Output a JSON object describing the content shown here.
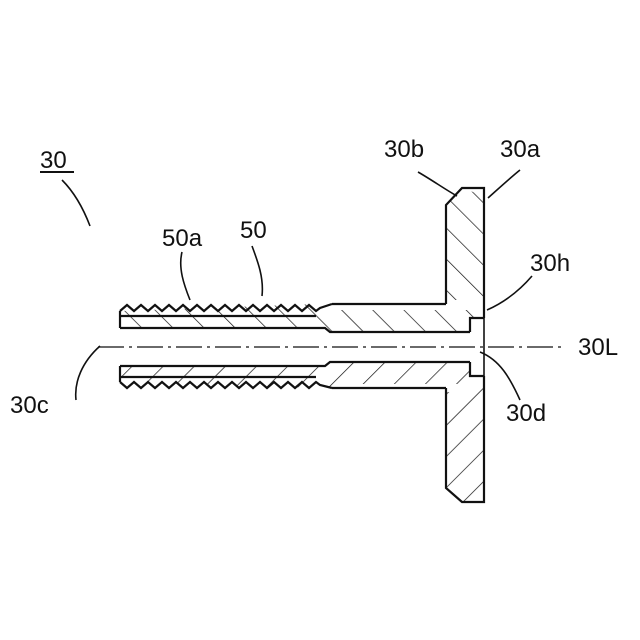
{
  "figure": {
    "reference_label": "30",
    "labels": {
      "flange_face": "30a",
      "flange_chamfer": "30b",
      "bore_inlet": "30c",
      "bore_outlet": "30d",
      "counterbore": "30h",
      "axis": "30L",
      "thread_crest": "50a",
      "thread": "50"
    }
  }
}
